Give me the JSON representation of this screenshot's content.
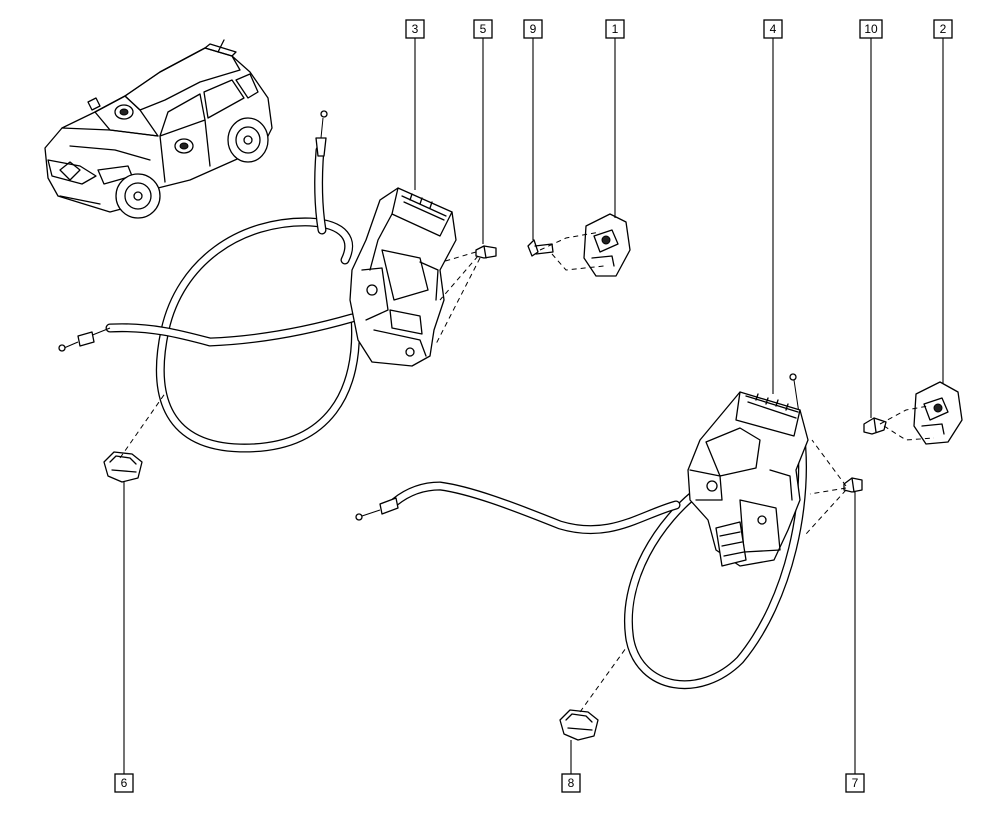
{
  "diagram": {
    "callouts": [
      {
        "id": "c3",
        "label": "3"
      },
      {
        "id": "c5",
        "label": "5"
      },
      {
        "id": "c9",
        "label": "9"
      },
      {
        "id": "c1",
        "label": "1"
      },
      {
        "id": "c4",
        "label": "4"
      },
      {
        "id": "c10",
        "label": "10"
      },
      {
        "id": "c2",
        "label": "2"
      },
      {
        "id": "c6",
        "label": "6"
      },
      {
        "id": "c8",
        "label": "8"
      },
      {
        "id": "c7",
        "label": "7"
      }
    ]
  }
}
